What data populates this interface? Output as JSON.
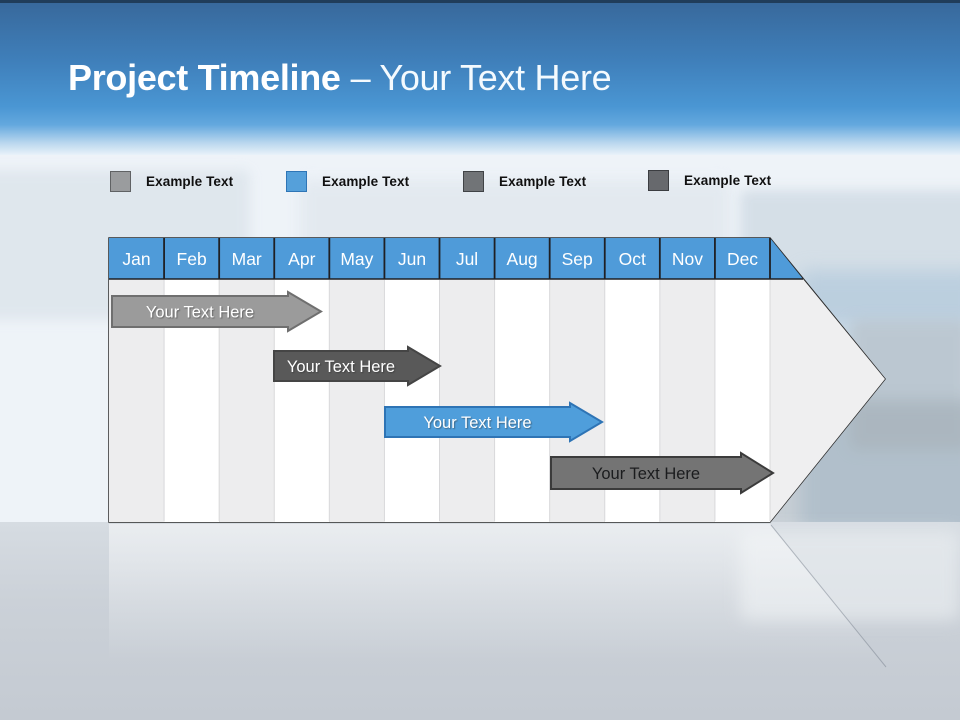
{
  "title": {
    "bold": "Project Timeline",
    "rest": "– Your Text Here"
  },
  "legend": [
    {
      "label": "Example Text",
      "color": "#9a9c9e",
      "border": "#606264"
    },
    {
      "label": "Example Text",
      "color": "#55a0da",
      "border": "#2e75b6"
    },
    {
      "label": "Example Text",
      "color": "#717477",
      "border": "#404346"
    },
    {
      "label": "Example Text",
      "color": "#67696d",
      "border": "#3b3d41"
    }
  ],
  "chart_data": {
    "type": "timeline",
    "title": "Project Timeline",
    "months": [
      "Jan",
      "Feb",
      "Mar",
      "Apr",
      "May",
      "Jun",
      "Jul",
      "Aug",
      "Sep",
      "Oct",
      "Nov",
      "Dec"
    ],
    "header_color": "#4f9bd9",
    "header_text_color": "#ffffff",
    "bars": [
      {
        "label": "Your Text Here",
        "start": "Jan",
        "end": "Apr",
        "row": 1,
        "fill": "#9b9b9b",
        "stroke": "#6f6f6f",
        "text_color": "#ffffff"
      },
      {
        "label": "Your Text Here",
        "start": "Apr",
        "end": "Jun",
        "row": 2,
        "fill": "#595959",
        "stroke": "#454545",
        "text_color": "#ffffff"
      },
      {
        "label": "Your Text Here",
        "start": "Jun",
        "end": "Sep",
        "row": 3,
        "fill": "#4f9edb",
        "stroke": "#2e74b5",
        "text_color": "#ffffff"
      },
      {
        "label": "Your Text Here",
        "start": "Sep",
        "end": "Dec",
        "row": 4,
        "fill": "#747474",
        "stroke": "#3b3b3b",
        "text_color": "#1b1c1e"
      }
    ]
  }
}
